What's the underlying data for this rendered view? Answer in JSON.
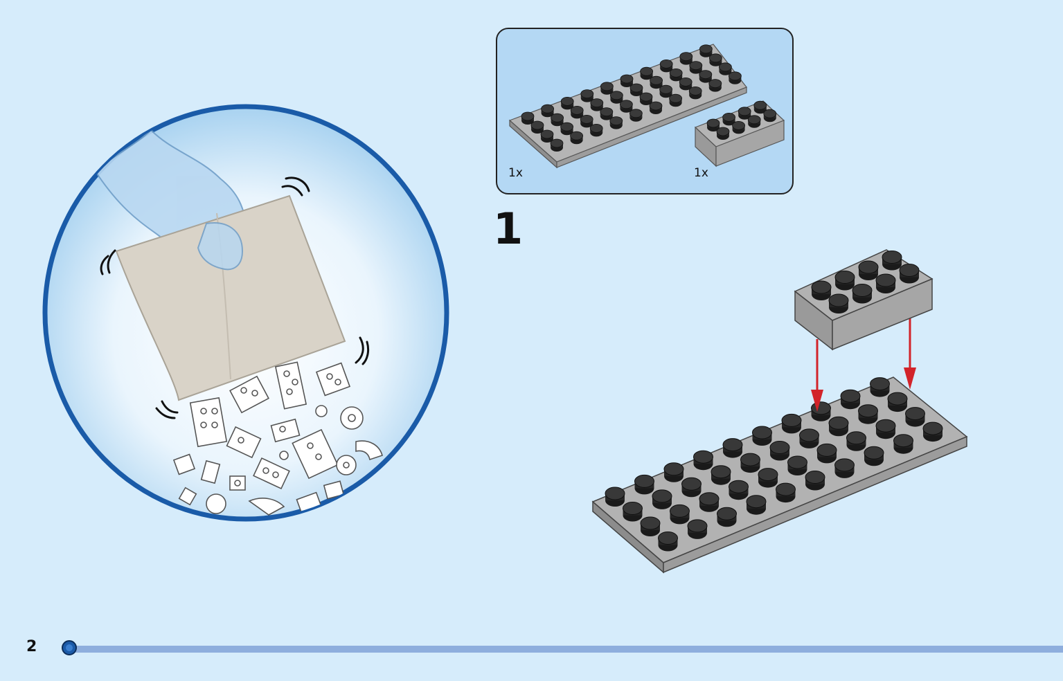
{
  "step": {
    "number": "1"
  },
  "parts_list": [
    {
      "quantity": "1x",
      "part": "gray-plate-4x10"
    },
    {
      "quantity": "1x",
      "part": "gray-brick-2x4"
    }
  ],
  "footer": {
    "page_number": "2",
    "progress": 0.0
  },
  "colors": {
    "background": "#d6ecfb",
    "parts_box": "#b4d8f4",
    "circle_border": "#1a5ba8",
    "brick_gray": "#a8a8a8",
    "arrow_red": "#d2232a",
    "bag": "#d9d3c8",
    "progress_track": "#8eaedd"
  },
  "icons": {
    "bag": "bag-icon",
    "hand": "hand-icon",
    "brick": "brick-icon",
    "plate": "plate-icon",
    "arrow": "arrow-down-icon"
  }
}
